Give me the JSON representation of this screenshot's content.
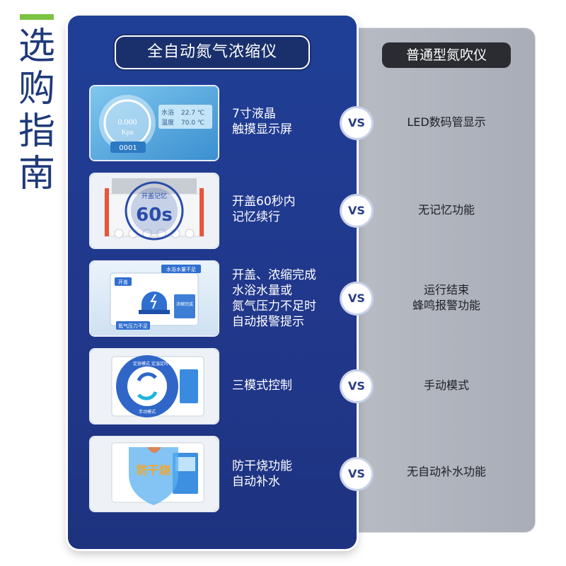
{
  "guide": {
    "title_chars": [
      "选",
      "购",
      "指",
      "南"
    ]
  },
  "product": {
    "title": "全自动氮气浓缩仪",
    "features": [
      {
        "lines": [
          "7寸液晶",
          "触摸显示屏"
        ],
        "image_labels": [
          "0.000",
          "Kpa",
          "水浴",
          "温度",
          "22.7 ℃",
          "70.0 ℃",
          "0001"
        ]
      },
      {
        "lines": [
          "开盖60秒内",
          "记忆续行"
        ],
        "image_labels": [
          "开盖记忆",
          "60s"
        ]
      },
      {
        "lines": [
          "开盖、浓缩完成",
          "水浴水量或",
          "氮气压力不足时",
          "自动报警提示"
        ],
        "image_labels": [
          "水浴水量不足",
          "开盖",
          "浓缩完成",
          "氮气压力不足"
        ]
      },
      {
        "lines": [
          "三模式控制"
        ],
        "image_labels": [
          "定容模式",
          "定温定时模式",
          "手动模式"
        ]
      },
      {
        "lines": [
          "防干烧功能",
          "自动补水"
        ],
        "image_labels": [
          "防干烧"
        ]
      }
    ]
  },
  "vs_label": "VS",
  "competitor": {
    "title": "普通型氮吹仪",
    "features": [
      {
        "lines": [
          "LED数码管显示"
        ]
      },
      {
        "lines": [
          "无记忆功能"
        ]
      },
      {
        "lines": [
          "运行结束",
          "蜂鸣报警功能"
        ]
      },
      {
        "lines": [
          "手动模式"
        ]
      },
      {
        "lines": [
          "无自动补水功能"
        ]
      }
    ]
  },
  "colors": {
    "accent_green": "#7cc242",
    "title_blue": "#1f3a7a",
    "panel_blue": "#21378a",
    "panel_gray": "#b3b7c0",
    "dark_label": "#2b2c31"
  }
}
